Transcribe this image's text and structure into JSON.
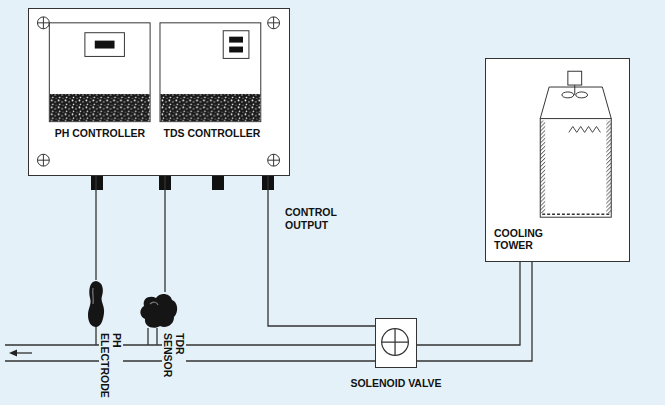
{
  "diagram": {
    "nodes": [
      {
        "text": [
          "PH CONTROLLER",
          "TDS CONTROLLER"
        ]
      },
      {
        "text": [
          "PH ELECTRODE"
        ]
      },
      {
        "text": [
          "TDR SENSOR"
        ]
      },
      {
        "text": [
          "SOLENOID VALVE"
        ]
      },
      {
        "text": [
          "COOLING TOWER"
        ]
      }
    ],
    "edges": [
      {
        "from": 1,
        "to": 0,
        "arrow": "none"
      },
      {
        "from": 2,
        "to": 0,
        "arrow": "none"
      },
      {
        "from": 0,
        "to": 3,
        "label": "CONTROL OUTPUT",
        "arrow": "none"
      },
      {
        "from": 3,
        "to": 4,
        "arrow": "none"
      }
    ]
  }
}
